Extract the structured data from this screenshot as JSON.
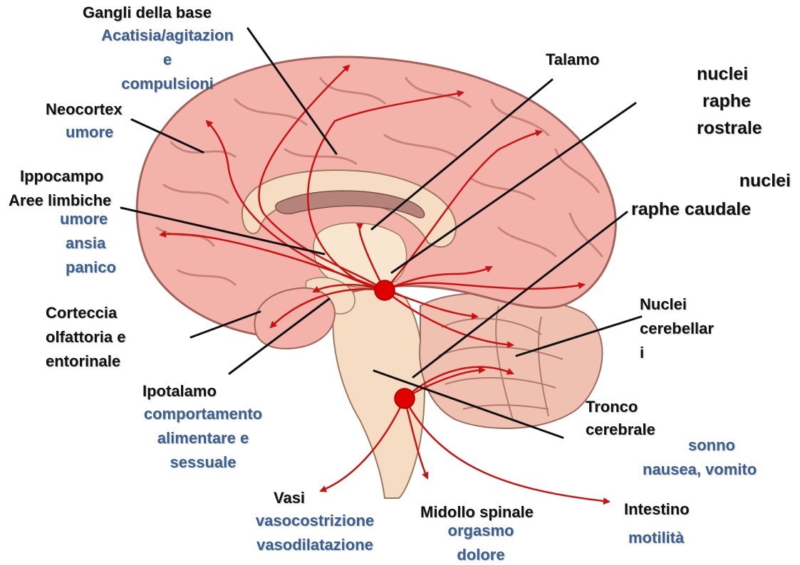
{
  "colors": {
    "label_black": "#111111",
    "label_blue": "#3a5f93",
    "pathway_red": "#cc1111",
    "nucleus_red": "#e00000",
    "brain_pink": "#f4b3aa",
    "brain_pink_dark": "#c9837a",
    "brainstem_cream": "#f6dcc3",
    "cerebellum": "#f0c0b0"
  },
  "icons": [
    "raphe-nucleus-rostral-icon",
    "raphe-nucleus-caudal-icon",
    "arrowhead-icon"
  ],
  "labels": {
    "gangli_title": "Gangli della base",
    "gangli_effect_1": "Acatisia/agitazion",
    "gangli_effect_2": "e",
    "gangli_effect_3": "compulsioni",
    "neocortex_title": "Neocortex",
    "neocortex_effect": "umore",
    "ippocampo_title": "Ippocampo",
    "limbiche_title": "Aree limbiche",
    "limbiche_effect_1": "umore",
    "limbiche_effect_2": "ansia",
    "limbiche_effect_3": "panico",
    "corteccia_1": "Corteccia",
    "corteccia_2": "olfattoria e",
    "corteccia_3": "entorinale",
    "ipotalamo_title": "Ipotalamo",
    "ipotalamo_effect_1": "comportamento",
    "ipotalamo_effect_2": "alimentare e",
    "ipotalamo_effect_3": "sessuale",
    "talamo_title": "Talamo",
    "raphe_rostrale_1": "nuclei",
    "raphe_rostrale_2": "raphe",
    "raphe_rostrale_3": "rostrale",
    "raphe_caudale_1": "nuclei",
    "raphe_caudale_2": "raphe caudale",
    "nuclei_cereb_1": "Nuclei",
    "nuclei_cereb_2": "cerebellar",
    "nuclei_cereb_3": "i",
    "tronco_1": "Tronco",
    "tronco_2": "cerebrale",
    "tronco_effect_1": "sonno",
    "tronco_effect_2": "nausea, vomito",
    "vasi_title": "Vasi",
    "vasi_effect_1": "vasocostrizione",
    "vasi_effect_2": "vasodilatazione",
    "midollo_title": "Midollo spinale",
    "midollo_effect_1": "orgasmo",
    "midollo_effect_2": "dolore",
    "intestino_title": "Intestino",
    "intestino_effect": "motilità"
  }
}
